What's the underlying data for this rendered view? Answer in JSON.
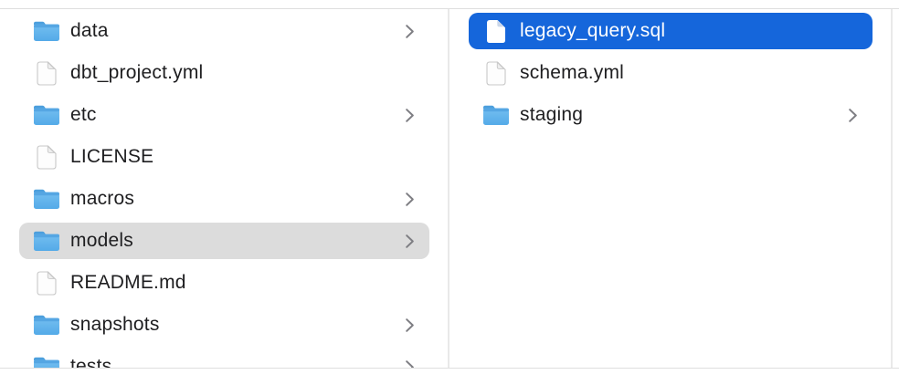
{
  "app": {
    "name": "finder-column-view"
  },
  "colors": {
    "selection_active": "#1566db",
    "selection_inactive": "#dcdcdc",
    "text": "#1e1e20",
    "text_selected": "#ffffff",
    "divider": "#e9e9e9",
    "chevron": "#7e7e83",
    "folder_tab": "#4c9fdd",
    "folder_body_top": "#74bff0",
    "folder_body_bottom": "#54aae8",
    "file_outline": "#c8c8c8"
  },
  "columns": [
    {
      "name": "column-1",
      "items": [
        {
          "label": "data",
          "type": "folder",
          "expandable": true,
          "selected": false
        },
        {
          "label": "dbt_project.yml",
          "type": "file",
          "expandable": false,
          "selected": false
        },
        {
          "label": "etc",
          "type": "folder",
          "expandable": true,
          "selected": false
        },
        {
          "label": "LICENSE",
          "type": "file",
          "expandable": false,
          "selected": false
        },
        {
          "label": "macros",
          "type": "folder",
          "expandable": true,
          "selected": false
        },
        {
          "label": "models",
          "type": "folder",
          "expandable": true,
          "selected": "inactive"
        },
        {
          "label": "README.md",
          "type": "file",
          "expandable": false,
          "selected": false
        },
        {
          "label": "snapshots",
          "type": "folder",
          "expandable": true,
          "selected": false
        },
        {
          "label": "tests",
          "type": "folder",
          "expandable": true,
          "selected": false
        }
      ]
    },
    {
      "name": "column-2",
      "items": [
        {
          "label": "legacy_query.sql",
          "type": "file",
          "expandable": false,
          "selected": "active"
        },
        {
          "label": "schema.yml",
          "type": "file",
          "expandable": false,
          "selected": false
        },
        {
          "label": "staging",
          "type": "folder",
          "expandable": true,
          "selected": false
        }
      ]
    }
  ]
}
